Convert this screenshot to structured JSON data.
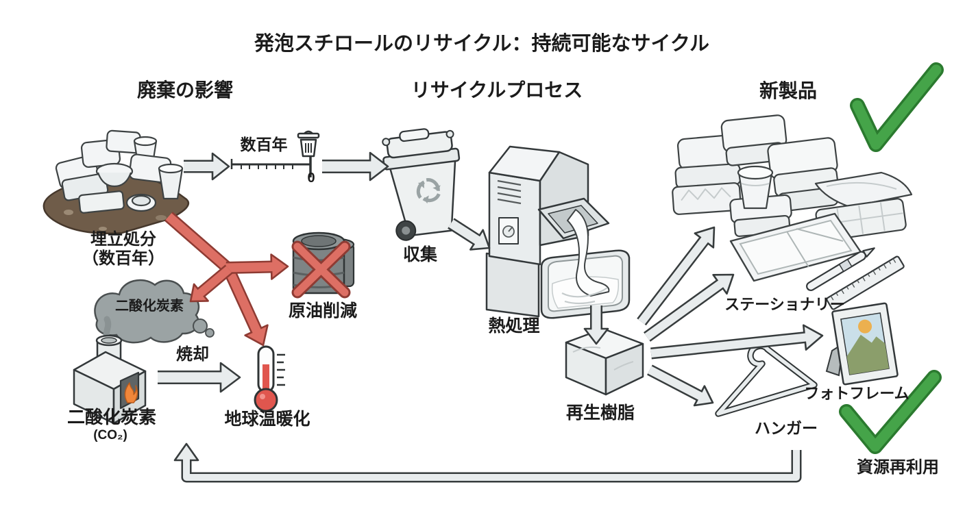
{
  "title": "発泡スチロールのリサイクル：持続可能なサイクル",
  "sections": {
    "waste_impact": "廃棄の影響",
    "recycling_process": "リサイクルプロセス",
    "new_products": "新製品"
  },
  "waste_impact": {
    "timeline_duration": "数百年",
    "timeline_zero": "0",
    "landfill_line1": "埋立処分",
    "landfill_line2": "（数百年）",
    "cloud_label": "二酸化炭素",
    "crude_oil_reduction": "原油削減",
    "incineration": "焼却",
    "global_warming": "地球温暖化",
    "co2_name": "二酸化炭素",
    "co2_formula": "(CO₂)"
  },
  "process": {
    "collection": "収集",
    "heat_treatment": "熱処理",
    "recycled_resin": "再生樹脂"
  },
  "products": {
    "stationery": "ステーショナリー",
    "photo_frame": "フォトフレーム",
    "hanger": "ハンガー",
    "resource_reuse": "資源再利用"
  },
  "icons": {
    "trash_can": "trash-can-icon",
    "recycle": "recycle-icon",
    "checkmark": "checkmark-icon",
    "cross_out": "x-icon",
    "thermometer": "thermometer-icon",
    "flame": "fire-icon",
    "smoke_cloud": "cloud-icon"
  },
  "colors": {
    "background": "#ffffff",
    "text": "#1b1b1b",
    "arrow_fill": "#e8eced",
    "arrow_outline": "#373c3d",
    "negative_red": "#dd6f64",
    "negative_red_outline": "#8e3b33",
    "positive_green": "#45a449",
    "positive_green_outline": "#2b7a2f",
    "thermometer_red": "#e0564e",
    "fire_orange": "#f0863a",
    "dirt_brown": "#6f5c49",
    "smoke_gray": "#9ba3a4"
  }
}
